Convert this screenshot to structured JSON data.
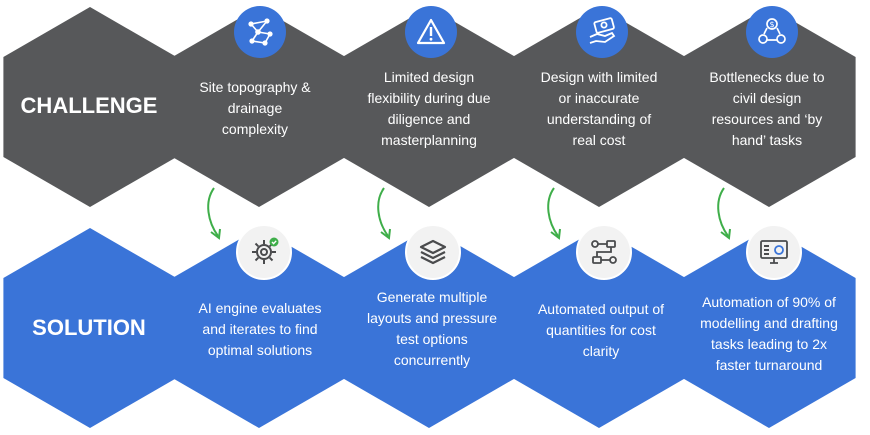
{
  "colors": {
    "challenge": "#57585a",
    "solution": "#3a74d8",
    "arrow": "#3fae4a",
    "icon_blue": "#3a74d8",
    "icon_grey": "#4a4b4d"
  },
  "challenge": {
    "label": "CHALLENGE",
    "items": [
      {
        "text": "Site topography & drainage complexity",
        "icon": "network-nodes-icon"
      },
      {
        "text": "Limited design flexibility during due diligence and masterplanning",
        "icon": "warning-triangle-icon"
      },
      {
        "text": "Design with limited or inaccurate understanding of real cost",
        "icon": "money-hand-icon"
      },
      {
        "text": "Bottlenecks due to civil design resources and ‘by hand’ tasks",
        "icon": "resources-cycle-icon"
      }
    ]
  },
  "solution": {
    "label": "SOLUTION",
    "items": [
      {
        "text": "AI engine evaluates and iterates to find optimal solutions",
        "icon": "ai-gear-icon"
      },
      {
        "text": "Generate multiple layouts and pressure test options concurrently",
        "icon": "layers-icon"
      },
      {
        "text": "Automated output of quantities for cost clarity",
        "icon": "workflow-icon"
      },
      {
        "text": "Automation of 90% of modelling and drafting tasks leading to 2x faster turnaround",
        "icon": "monitor-dashboard-icon"
      }
    ]
  }
}
